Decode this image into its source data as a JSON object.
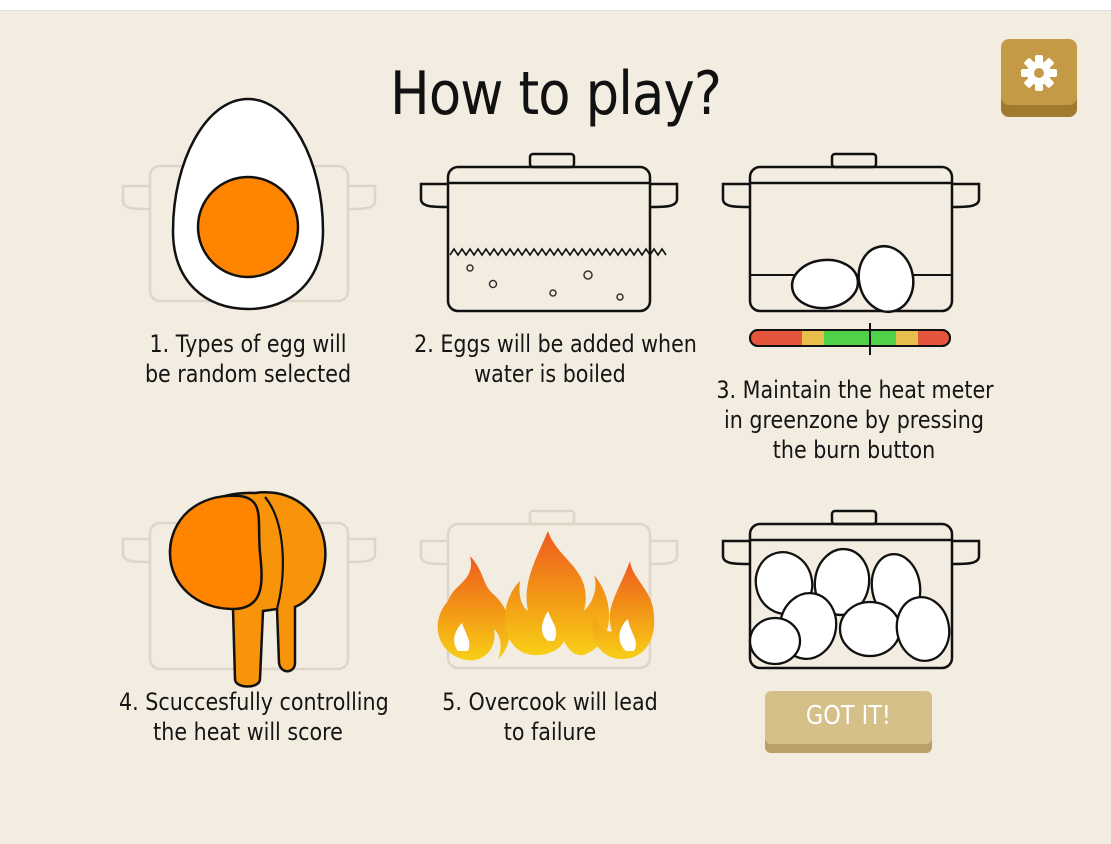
{
  "title": "How to play?",
  "settings_icon": "gear-icon",
  "steps": [
    {
      "caption_lines": [
        "1. Types of egg will",
        "be random selected"
      ],
      "illustration": "boiled-egg-icon"
    },
    {
      "caption_lines": [
        "2. Eggs will be added when",
        "water is boiled"
      ],
      "illustration": "boiling-pot-icon"
    },
    {
      "caption_lines": [
        "3. Maintain the heat meter",
        "in greenzone by pressing",
        "the burn button"
      ],
      "illustration": "heat-meter-icon"
    },
    {
      "caption_lines": [
        "4. Scuccesfully controlling",
        "the heat will score"
      ],
      "illustration": "melting-egg-icon"
    },
    {
      "caption_lines": [
        "5. Overcook will lead",
        "to failure"
      ],
      "illustration": "fire-icon"
    }
  ],
  "confirm_button": "GOT IT!",
  "colors": {
    "background": "#f3ece0",
    "button_gold": "#c49a46",
    "button_tan": "#d6c08a",
    "yolk": "#ff8500",
    "meter_red": "#e5553b",
    "meter_yellow": "#e8be4d",
    "meter_green": "#4fd24a"
  }
}
